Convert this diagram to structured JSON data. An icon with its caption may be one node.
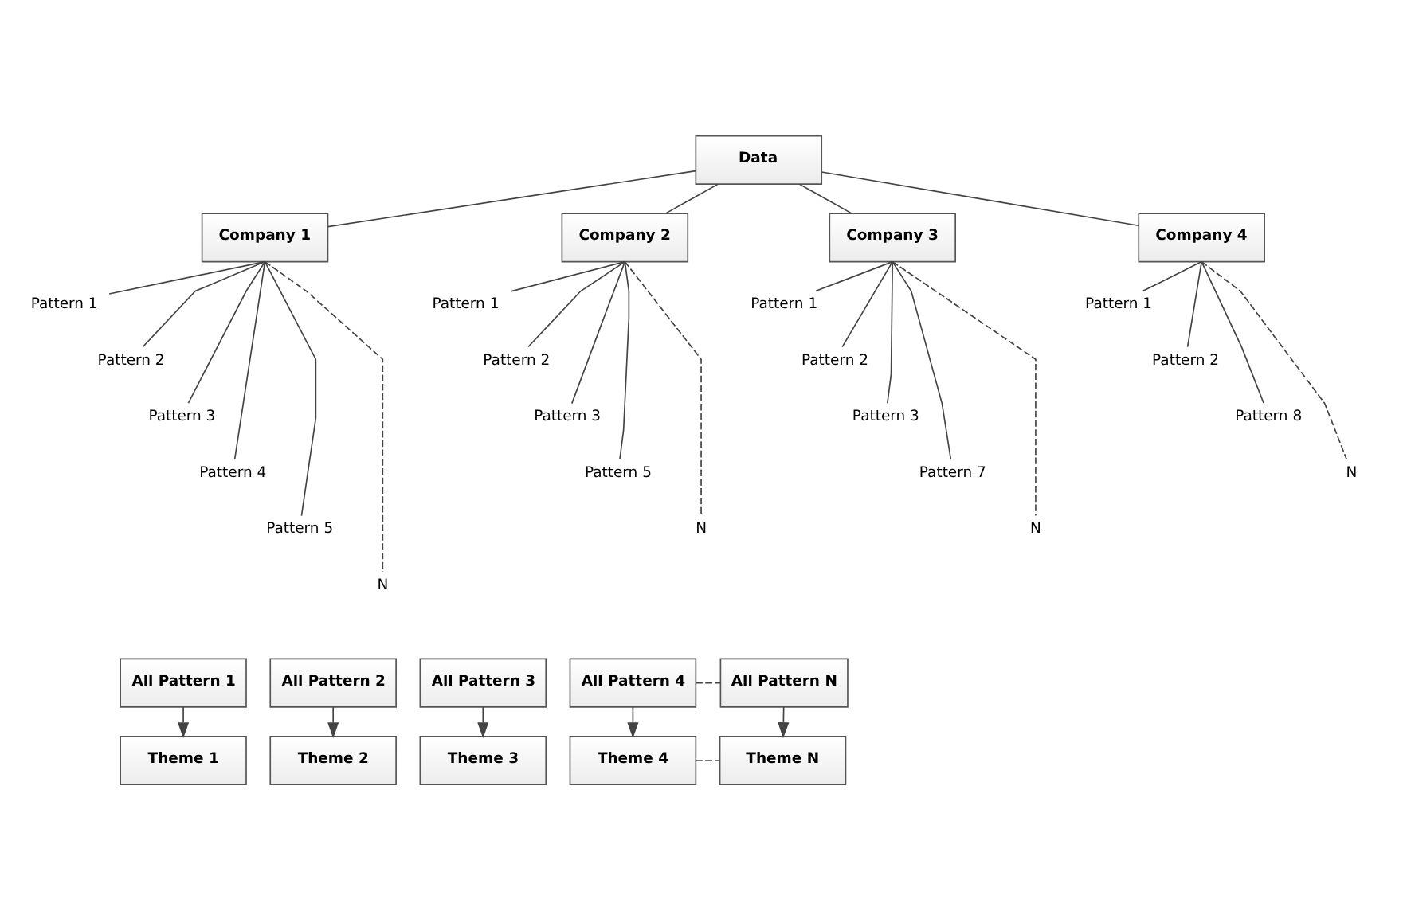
{
  "diagram": {
    "nodes": [
      {
        "text": [
          "Data"
        ]
      },
      {
        "text": [
          "Company 1"
        ]
      },
      {
        "text": [
          "Company 2"
        ]
      },
      {
        "text": [
          "Company 3"
        ]
      },
      {
        "text": [
          "Company 4"
        ]
      },
      {
        "text": [
          "Pattern 1"
        ]
      },
      {
        "text": [
          "Pattern 2"
        ]
      },
      {
        "text": [
          "Pattern 3"
        ]
      },
      {
        "text": [
          "Pattern 4"
        ]
      },
      {
        "text": [
          "Pattern 5"
        ]
      },
      {
        "text": [
          "N"
        ]
      },
      {
        "text": [
          "Pattern 1"
        ]
      },
      {
        "text": [
          "Pattern 2"
        ]
      },
      {
        "text": [
          "Pattern 3"
        ]
      },
      {
        "text": [
          "Pattern 5"
        ]
      },
      {
        "text": [
          "N"
        ]
      },
      {
        "text": [
          "Pattern 1"
        ]
      },
      {
        "text": [
          "Pattern 2"
        ]
      },
      {
        "text": [
          "Pattern 3"
        ]
      },
      {
        "text": [
          "Pattern 7"
        ]
      },
      {
        "text": [
          "N"
        ]
      },
      {
        "text": [
          "Pattern 1"
        ]
      },
      {
        "text": [
          "Pattern 2"
        ]
      },
      {
        "text": [
          "Pattern 8"
        ]
      },
      {
        "text": [
          "N"
        ]
      },
      {
        "text": [
          "All Pattern 1"
        ]
      },
      {
        "text": [
          "All Pattern 2"
        ]
      },
      {
        "text": [
          "All Pattern 3"
        ]
      },
      {
        "text": [
          "All Pattern 4"
        ]
      },
      {
        "text": [
          "All Pattern N"
        ]
      },
      {
        "text": [
          "Theme 1"
        ]
      },
      {
        "text": [
          "Theme 2"
        ]
      },
      {
        "text": [
          "Theme 3"
        ]
      },
      {
        "text": [
          "Theme 4"
        ]
      },
      {
        "text": [
          "Theme N"
        ]
      }
    ],
    "edges": [
      {
        "from": 0,
        "to": 1,
        "arrow": "none"
      },
      {
        "from": 0,
        "to": 2,
        "arrow": "none"
      },
      {
        "from": 0,
        "to": 3,
        "arrow": "none"
      },
      {
        "from": 0,
        "to": 4,
        "arrow": "none"
      },
      {
        "from": 1,
        "to": 5,
        "arrow": "none"
      },
      {
        "from": 1,
        "to": 6,
        "arrow": "none"
      },
      {
        "from": 1,
        "to": 7,
        "arrow": "none"
      },
      {
        "from": 1,
        "to": 8,
        "arrow": "none"
      },
      {
        "from": 1,
        "to": 9,
        "arrow": "none"
      },
      {
        "from": 1,
        "to": 10,
        "arrow": "none",
        "style": "dashed"
      },
      {
        "from": 2,
        "to": 11,
        "arrow": "none"
      },
      {
        "from": 2,
        "to": 12,
        "arrow": "none"
      },
      {
        "from": 2,
        "to": 13,
        "arrow": "none"
      },
      {
        "from": 2,
        "to": 14,
        "arrow": "none"
      },
      {
        "from": 2,
        "to": 15,
        "arrow": "none",
        "style": "dashed"
      },
      {
        "from": 3,
        "to": 16,
        "arrow": "none"
      },
      {
        "from": 3,
        "to": 17,
        "arrow": "none"
      },
      {
        "from": 3,
        "to": 18,
        "arrow": "none"
      },
      {
        "from": 3,
        "to": 19,
        "arrow": "none"
      },
      {
        "from": 3,
        "to": 20,
        "arrow": "none",
        "style": "dashed"
      },
      {
        "from": 4,
        "to": 21,
        "arrow": "none"
      },
      {
        "from": 4,
        "to": 22,
        "arrow": "none"
      },
      {
        "from": 4,
        "to": 23,
        "arrow": "none"
      },
      {
        "from": 4,
        "to": 24,
        "arrow": "none",
        "style": "dashed"
      },
      {
        "from": 25,
        "to": 30,
        "arrow": "to"
      },
      {
        "from": 26,
        "to": 31,
        "arrow": "to"
      },
      {
        "from": 27,
        "to": 32,
        "arrow": "to"
      },
      {
        "from": 28,
        "to": 33,
        "arrow": "to"
      },
      {
        "from": 29,
        "to": 34,
        "arrow": "to"
      },
      {
        "from": 28,
        "to": 29,
        "arrow": "none",
        "style": "dashed"
      },
      {
        "from": 33,
        "to": 34,
        "arrow": "none",
        "style": "dashed"
      }
    ]
  }
}
